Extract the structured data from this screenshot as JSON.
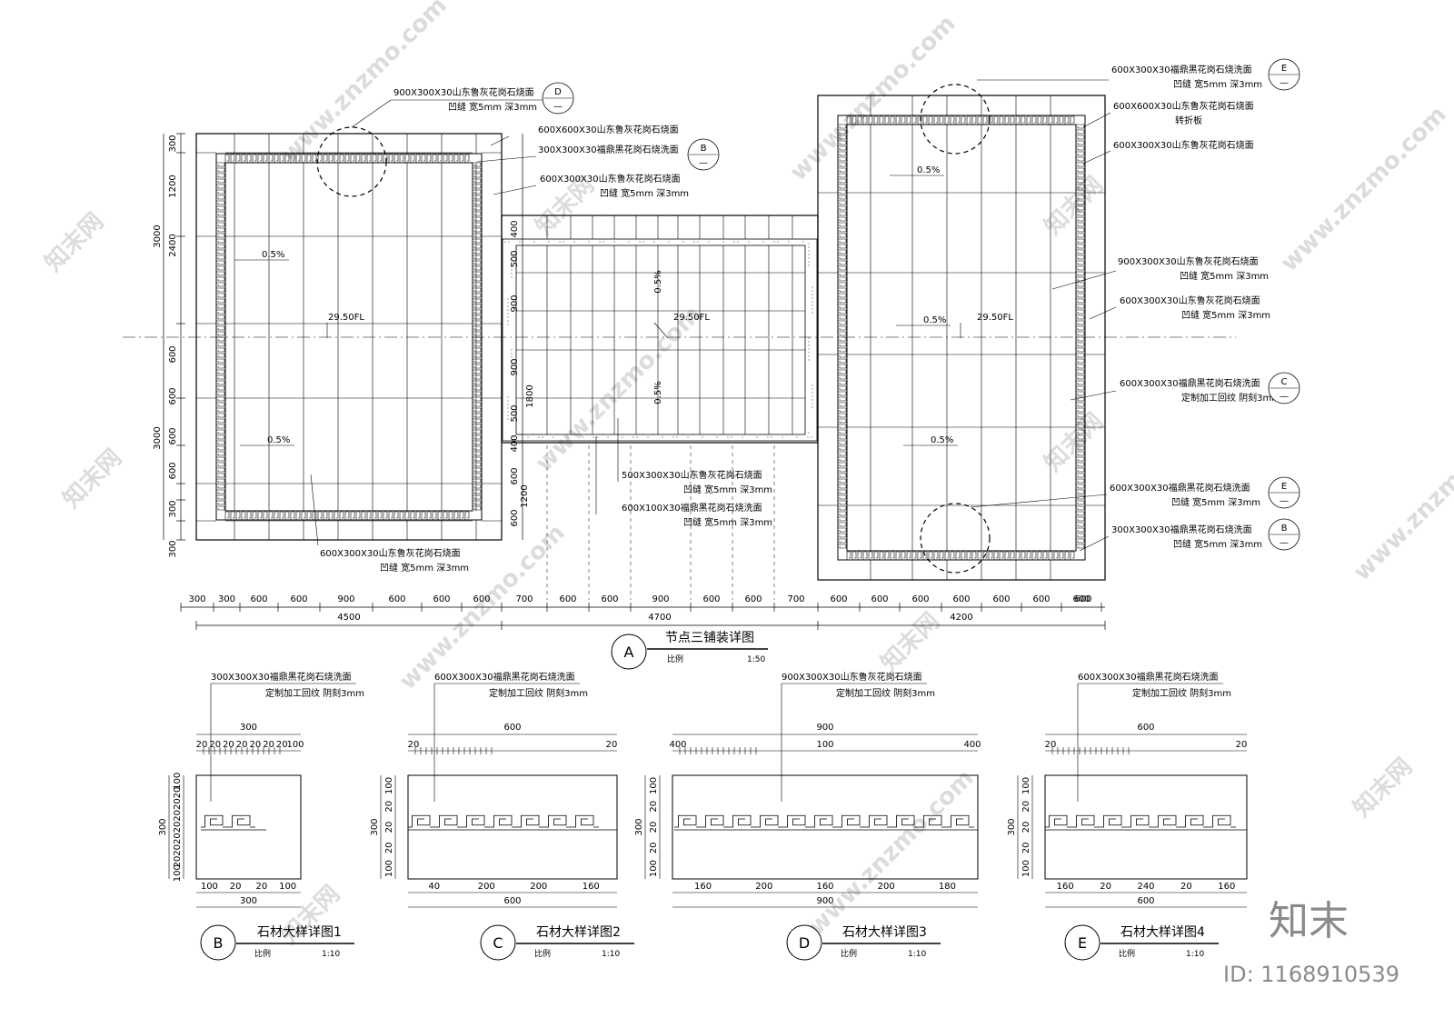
{
  "plan": {
    "title": "节点三铺装详图",
    "bubble": "A",
    "scale_label": "比例",
    "scale_value": "1:50",
    "total_dims": [
      "4500",
      "4700",
      "4200"
    ],
    "bottom_dims": [
      "300",
      "300",
      "600",
      "600",
      "900",
      "600",
      "600",
      "600",
      "700",
      "600",
      "600",
      "900",
      "600",
      "600",
      "700",
      "600",
      "600",
      "600",
      "600",
      "600",
      "600",
      "600",
      "600"
    ],
    "left_dims_a": [
      "300",
      "1200",
      "2400",
      "600",
      "600",
      "600",
      "600",
      "300",
      "300"
    ],
    "left_dims_b": [
      "3000",
      "3000"
    ],
    "mid_dims": [
      "400",
      "500",
      "900",
      "900",
      "500",
      "400",
      "1800",
      "600",
      "1200",
      "600"
    ],
    "elevations": [
      "29.50FL",
      "29.50FL",
      "29.50FL"
    ],
    "slopes": [
      "0.5%",
      "0.5%",
      "0.5%",
      "0.5%",
      "0.5%",
      "0.5%",
      "0.5%"
    ],
    "left_notes": [
      {
        "line1": "900X300X30山东鲁灰花岗石烧面",
        "line2": "凹缝 宽5mm 深3mm",
        "ref": "D"
      },
      {
        "line1": "600X600X30山东鲁灰花岗石烧面",
        "line2": ""
      },
      {
        "line1": "300X300X30福鼎黑花岗石烧洗面",
        "line2": "",
        "ref": "B"
      },
      {
        "line1": "600X300X30山东鲁灰花岗石烧面",
        "line2": "凹缝 宽5mm 深3mm"
      }
    ],
    "bottom_notes": [
      {
        "line1": "600X300X30山东鲁灰花岗石烧面",
        "line2": "凹缝 宽5mm 深3mm"
      },
      {
        "line1": "500X300X30山东鲁灰花岗石烧面",
        "line2": "凹缝 宽5mm 深3mm"
      },
      {
        "line1": "600X100X30福鼎黑花岗石烧洗面",
        "line2": "凹缝 宽5mm 深3mm"
      }
    ],
    "right_notes": [
      {
        "line1": "600X300X30福鼎黑花岗石烧洗面",
        "line2": "凹缝 宽5mm 深3mm",
        "ref": "E"
      },
      {
        "line1": "600X600X30山东鲁灰花岗石烧面",
        "line2": "转折板"
      },
      {
        "line1": "600X300X30山东鲁灰花岗石烧面",
        "line2": ""
      },
      {
        "line1": "900X300X30山东鲁灰花岗石烧面",
        "line2": "凹缝 宽5mm 深3mm"
      },
      {
        "line1": "600X300X30山东鲁灰花岗石烧面",
        "line2": "凹缝 宽5mm 深3mm"
      },
      {
        "line1": "600X300X30福鼎黑花岗石烧洗面",
        "line2": "定制加工回纹 阴刻3mm",
        "ref": "C"
      },
      {
        "line1": "600X300X30福鼎黑花岗石烧洗面",
        "line2": "凹缝 宽5mm 深3mm",
        "ref": "E"
      },
      {
        "line1": "300X300X30福鼎黑花岗石烧洗面",
        "line2": "凹缝 宽5mm 深3mm",
        "ref": "B"
      }
    ],
    "ref_dash": "—"
  },
  "details": [
    {
      "bubble": "B",
      "title": "石材大样详图1",
      "scale_label": "比例",
      "scale_value": "1:10",
      "note1": "300X300X30福鼎黑花岗石烧洗面",
      "note2": "定制加工回纹 阴刻3mm",
      "top_total": "300",
      "top_dims": [
        "20",
        "20",
        "20",
        "20",
        "20",
        "20",
        "20",
        "100"
      ],
      "bottom_dims": [
        "100",
        "20",
        "20",
        "100"
      ],
      "bottom_total": "300",
      "left_total": "300",
      "left_dims": [
        "100",
        "20",
        "20",
        "20",
        "20",
        "20",
        "20",
        "20",
        "100"
      ]
    },
    {
      "bubble": "C",
      "title": "石材大样详图2",
      "scale_label": "比例",
      "scale_value": "1:10",
      "note1": "600X300X30福鼎黑花岗石烧洗面",
      "note2": "定制加工回纹 阴刻3mm",
      "top_total": "600",
      "top_dims": [
        "20",
        "20"
      ],
      "bottom_dims": [
        "40",
        "200",
        "200",
        "160"
      ],
      "bottom_total": "600",
      "left_total": "300",
      "left_dims": [
        "100",
        "20",
        "20",
        "20",
        "100"
      ]
    },
    {
      "bubble": "D",
      "title": "石材大样详图3",
      "scale_label": "比例",
      "scale_value": "1:10",
      "note1": "900X300X30山东鲁灰花岗石烧面",
      "note2": "定制加工回纹 阴刻3mm",
      "top_total": "900",
      "top_dims": [
        "400",
        "100",
        "400"
      ],
      "bottom_dims": [
        "160",
        "200",
        "160",
        "200",
        "180"
      ],
      "bottom_total": "900",
      "left_total": "300",
      "left_dims": [
        "100",
        "20",
        "20",
        "20",
        "100"
      ]
    },
    {
      "bubble": "E",
      "title": "石材大样详图4",
      "scale_label": "比例",
      "scale_value": "1:10",
      "note1": "600X300X30福鼎黑花岗石烧洗面",
      "note2": "定制加工回纹 阴刻3mm",
      "top_total": "600",
      "top_dims": [
        "20",
        "20"
      ],
      "bottom_dims": [
        "160",
        "20",
        "240",
        "20",
        "160"
      ],
      "bottom_total": "600",
      "left_total": "300",
      "left_dims": [
        "100",
        "20",
        "20",
        "20",
        "100"
      ]
    }
  ],
  "watermark": {
    "brand": "知末",
    "id_text": "ID: 1168910539",
    "site": "www.znzmo.com",
    "site_cn": "知末网"
  }
}
